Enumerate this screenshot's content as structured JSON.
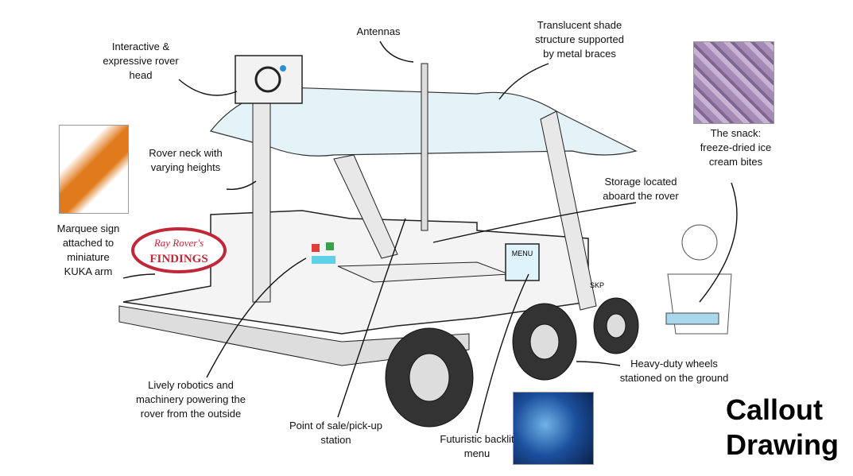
{
  "title": {
    "line1": "Callout",
    "line2": "Drawing"
  },
  "callouts": {
    "rover_head": "Interactive & expressive rover head",
    "antennas": "Antennas",
    "shade": "Translucent shade structure supported by metal braces",
    "snack": "The snack: freeze-dried ice cream bites",
    "neck": "Rover neck with varying heights",
    "storage": "Storage located aboard the rover",
    "marquee": "Marquee sign attached to miniature KUKA arm",
    "robotics": "Lively robotics and machinery powering the rover from the outside",
    "pos": "Point of sale/pick-up station",
    "menu": "Futuristic backlit menu",
    "wheels": "Heavy-duty wheels stationed on the ground"
  },
  "sign": {
    "line1": "Ray Rover's",
    "line2": "FINDINGS"
  },
  "menu_board": "MENU",
  "signature": "SKP",
  "colors": {
    "sign_red": "#c0283a",
    "shade_blue": "#7cc3d8",
    "kuka_orange": "#e07a1c",
    "snack_purple": "#a58ab5",
    "screen_blue": "#1b4f9c"
  }
}
